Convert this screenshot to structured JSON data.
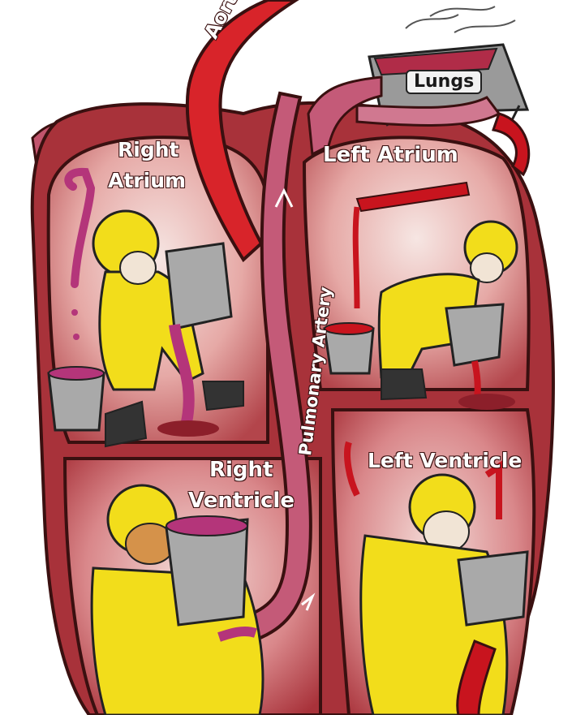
{
  "labels": {
    "aorta": "Aorta",
    "lungs": "Lungs",
    "right_atrium_line1": "Right",
    "right_atrium_line2": "Atrium",
    "left_atrium": "Left Atrium",
    "pulmonary_artery": "Pulmonary Artery",
    "right_ventricle_line1": "Right",
    "right_ventricle_line2": "Ventricle",
    "left_ventricle": "Left Ventricle"
  },
  "colors": {
    "heart_wall": "#a8323a",
    "chamber_light": "#f4d7d4",
    "aorta": "#d8242a",
    "pulmonary_artery": "#c45a78",
    "firefighter_suit": "#f2dd1b",
    "bucket": "#a9a9a9",
    "oxygen_poor_blood": "#b4357a",
    "oxygen_rich_blood": "#c8141e"
  }
}
